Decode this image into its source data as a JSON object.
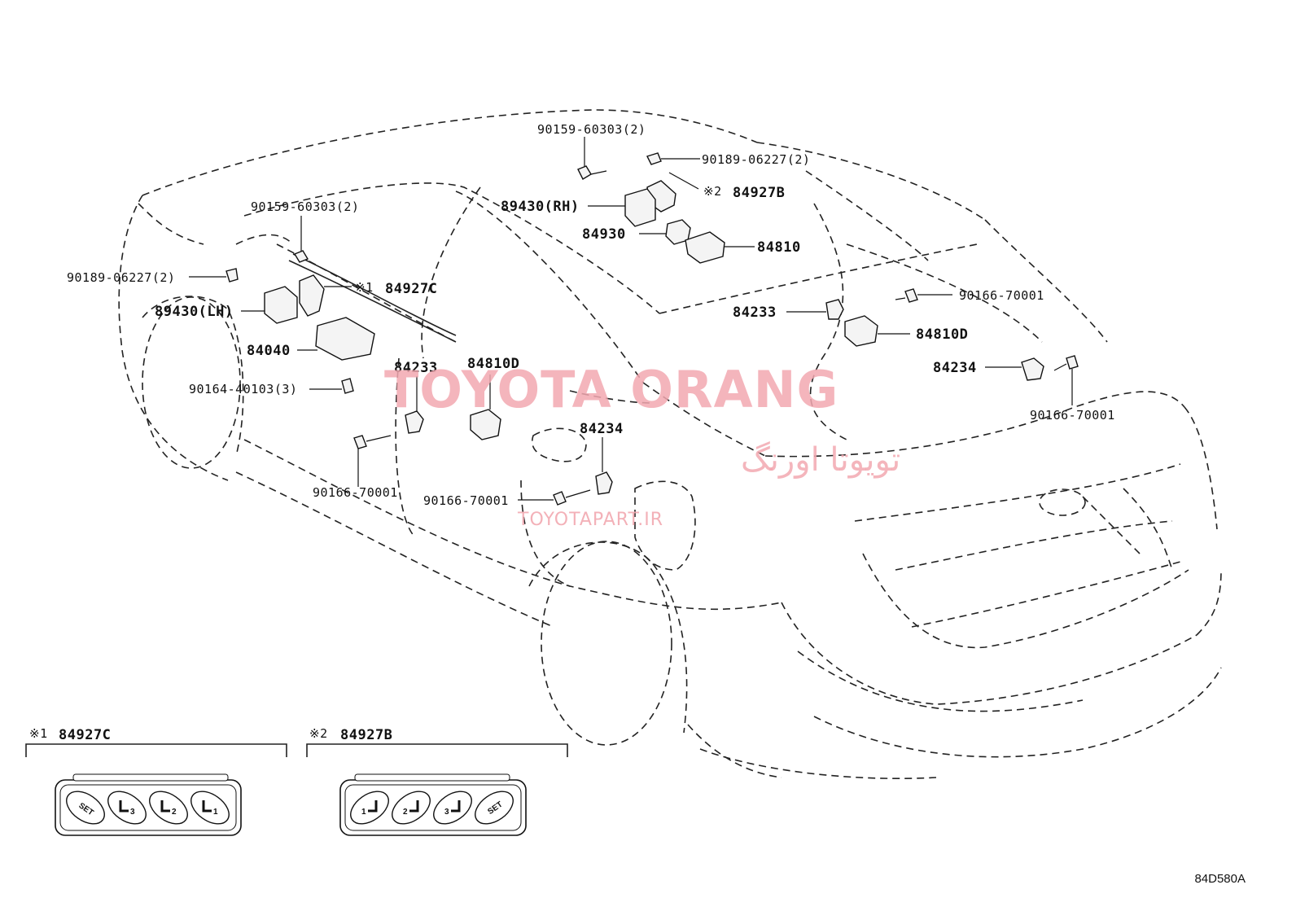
{
  "labels": {
    "top_bolt": "90159-60303(2)",
    "top_clip": "90189-06227(2)",
    "switch_rh": "84927B",
    "switch_rh_mark": "※2",
    "ecu_rh": "89430(RH)",
    "ecu_rh_2": "84930",
    "switch_84810": "84810",
    "lh_bolt": "90159-60303(2)",
    "lh_clip": "90189-06227(2)",
    "switch_lh": "84927C",
    "switch_lh_mark": "※1",
    "ecu_lh": "89430(LH)",
    "switch_84040": "84040",
    "screw_lh": "90164-40103(3)",
    "lamp_84233_l": "84233",
    "switch_84810d_l": "84810D",
    "lamp_84234_l": "84234",
    "screw_l1": "90166-70001",
    "screw_l2": "90166-70001",
    "lamp_84233_r": "84233",
    "screw_r1": "90166-70001",
    "switch_84810d_r": "84810D",
    "lamp_84234_r": "84234",
    "screw_r2": "90166-70001"
  },
  "insets": [
    {
      "mark": "※1",
      "part": "84927C",
      "buttons": [
        "SET",
        "3",
        "2",
        "1"
      ]
    },
    {
      "mark": "※2",
      "part": "84927B",
      "buttons": [
        "1",
        "2",
        "3",
        "SET"
      ]
    }
  ],
  "watermark": {
    "title": "TOYOTA ORANG",
    "persian": "تویوتا اورنگ",
    "url": "TOYOTAPART.IR"
  },
  "diagram_code": "84D580A"
}
